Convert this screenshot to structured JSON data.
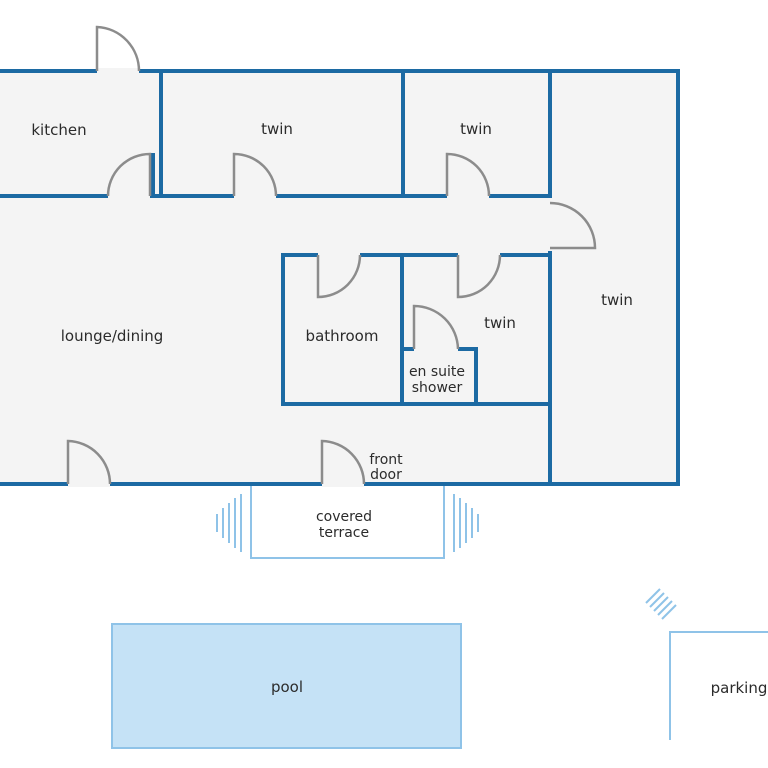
{
  "labels": {
    "kitchen": "kitchen",
    "twin_1": "twin",
    "twin_2": "twin",
    "twin_3": "twin",
    "twin_4": "twin",
    "lounge": "lounge/dining",
    "bathroom": "bathroom",
    "ensuite_line1": "en suite",
    "ensuite_line2": "shower",
    "front_line1": "front",
    "front_line2": "door",
    "terrace_line1": "covered",
    "terrace_line2": "terrace",
    "pool": "pool",
    "parking": "parking"
  },
  "colors": {
    "wall": "#1c6aa3",
    "floor": "#f4f4f4",
    "door": "#8c8c8c",
    "pool_fill": "#c5e2f6",
    "light_outline": "#8fc3e8"
  }
}
